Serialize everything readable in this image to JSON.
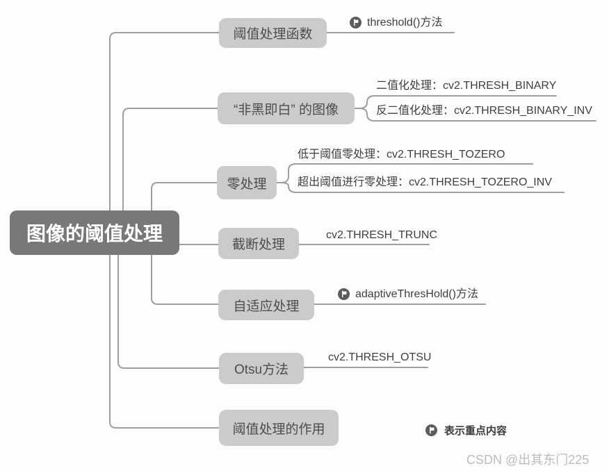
{
  "mindmap": {
    "root": "图像的阈值处理",
    "branches": [
      {
        "label": "阈值处理函数",
        "children": [
          {
            "label": "threshold()方法",
            "important": true
          }
        ]
      },
      {
        "label": "“非黑即白” 的图像",
        "children": [
          {
            "label": "二值化处理：cv2.THRESH_BINARY",
            "important": false
          },
          {
            "label": "反二值化处理：cv2.THRESH_BINARY_INV",
            "important": false
          }
        ]
      },
      {
        "label": "零处理",
        "children": [
          {
            "label": "低于阈值零处理：cv2.THRESH_TOZERO",
            "important": false
          },
          {
            "label": "超出阈值进行零处理：cv2.THRESH_TOZERO_INV",
            "important": false
          }
        ]
      },
      {
        "label": "截断处理",
        "children": [
          {
            "label": "cv2.THRESH_TRUNC",
            "important": false
          }
        ]
      },
      {
        "label": "自适应处理",
        "children": [
          {
            "label": "adaptiveThresHold()方法",
            "important": true
          }
        ]
      },
      {
        "label": "Otsu方法",
        "children": [
          {
            "label": "cv2.THRESH_OTSU",
            "important": false
          }
        ]
      },
      {
        "label": "阈值处理的作用",
        "children": []
      }
    ],
    "legend": {
      "label": "表示重点内容"
    }
  },
  "icons": {
    "important_marker": "flag-circle-icon"
  },
  "watermark": "CSDN @出其东门225",
  "colors": {
    "root_bg": "#787878",
    "root_text": "#ffffff",
    "branch_bg": "#cbcbcb",
    "branch_text": "#4d4d4d",
    "connector": "#9e9e9e",
    "leaf_text": "#3f3f3f",
    "flag_icon": "#5c5c5c",
    "watermark": "#bcbcbc"
  }
}
